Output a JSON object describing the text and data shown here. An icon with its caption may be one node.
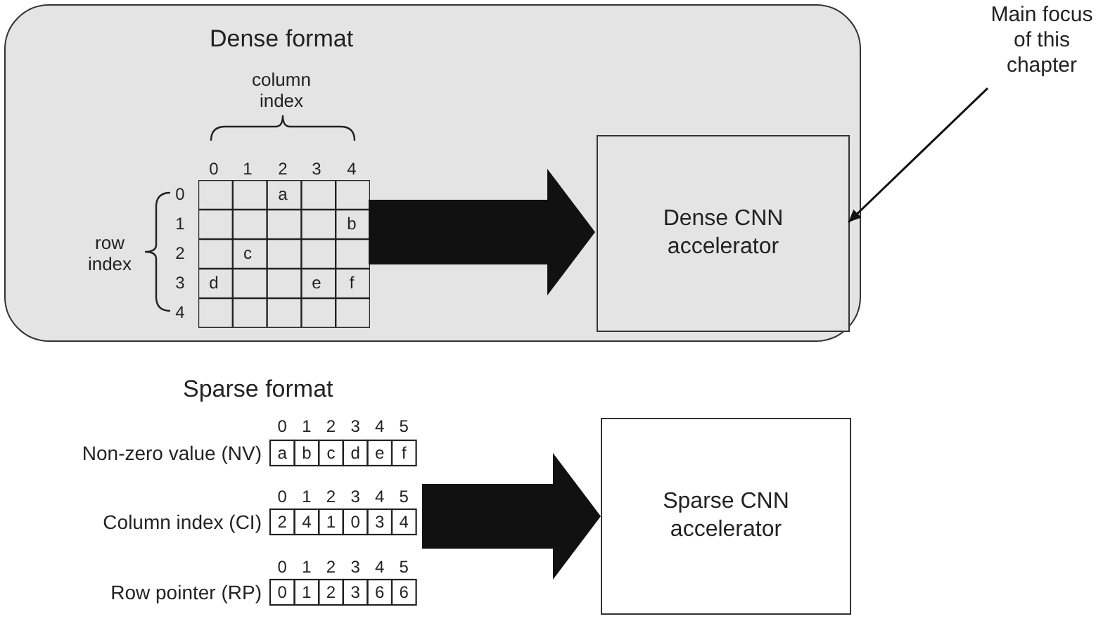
{
  "diagram": {
    "nodes": [
      {
        "text": [
          "Dense format"
        ]
      },
      {
        "text": [],
        "shape": "box",
        "in": 0
      },
      {
        "text": [
          "Dense CNN accelerator"
        ],
        "in": 0
      },
      {
        "text": [
          "Main focus of this chapter"
        ]
      },
      {
        "text": [
          "Sparse format"
        ]
      },
      {
        "text": [
          "Sparse CNN accelerator"
        ]
      }
    ],
    "edges": [
      {
        "from": 1,
        "to": 2,
        "arrow": "to"
      },
      {
        "from": 3,
        "to": 2,
        "arrow": "to"
      },
      {
        "from": 4,
        "to": 5,
        "arrow": "to"
      }
    ],
    "labels": [
      "column index",
      "0",
      "1",
      "2",
      "3",
      "4",
      "0",
      "a",
      "1",
      "b",
      "row index",
      "2",
      "c",
      "3",
      "d",
      "e",
      "f",
      "4",
      "0",
      "1",
      "2",
      "3",
      "4",
      "5",
      "Non-zero value (NV)",
      "a",
      "b",
      "c",
      "d",
      "e",
      "f",
      "0",
      "1",
      "2",
      "3",
      "4",
      "5",
      "Column index (CI)",
      "2",
      "4",
      "1",
      "0",
      "3",
      "4",
      "0",
      "1",
      "2",
      "3",
      "4",
      "5",
      "Row pointer (RP)",
      "0",
      "1",
      "2",
      "3",
      "6",
      "6"
    ]
  }
}
